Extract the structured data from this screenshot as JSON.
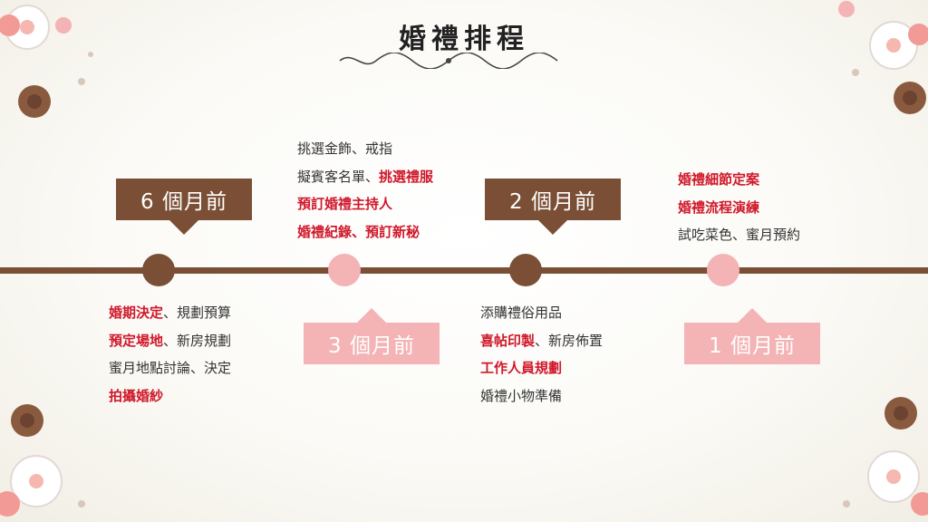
{
  "title": "婚禮排程",
  "milestones": [
    {
      "label": "6 個月前",
      "tasks": [
        {
          "hl": "婚期決定",
          "rest": "、規劃預算"
        },
        {
          "hl": "預定場地",
          "rest": "、新房規劃"
        },
        {
          "hl": "",
          "rest": "蜜月地點討論、決定"
        },
        {
          "hl": "拍攝婚紗",
          "rest": ""
        }
      ]
    },
    {
      "label": "3 個月前",
      "tasks": [
        {
          "pre": "挑選金飾、戒指",
          "hl": ""
        },
        {
          "pre": "擬賓客名單、",
          "hl": "挑選禮服"
        },
        {
          "pre": "",
          "hl": "預訂婚禮主持人"
        },
        {
          "pre": "",
          "hl": "婚禮紀錄、預訂新秘"
        }
      ]
    },
    {
      "label": "2 個月前",
      "tasks": [
        {
          "hl": "",
          "rest": "添購禮俗用品"
        },
        {
          "hl": "喜帖印製",
          "rest": "、新房佈置"
        },
        {
          "hl": "工作人員規劃",
          "rest": ""
        },
        {
          "hl": "",
          "rest": "婚禮小物準備"
        }
      ]
    },
    {
      "label": "1 個月前",
      "tasks": [
        {
          "hl": "婚禮細節定案",
          "rest": ""
        },
        {
          "hl": "婚禮流程演練",
          "rest": ""
        },
        {
          "hl": "",
          "rest": "試吃菜色、蜜月預約"
        }
      ]
    }
  ],
  "colors": {
    "brown": "#7a4f35",
    "pink": "#f4b3b4",
    "highlight": "#d0182a"
  },
  "icons": [
    "flower-decoration-icon",
    "flourish-divider-icon"
  ]
}
